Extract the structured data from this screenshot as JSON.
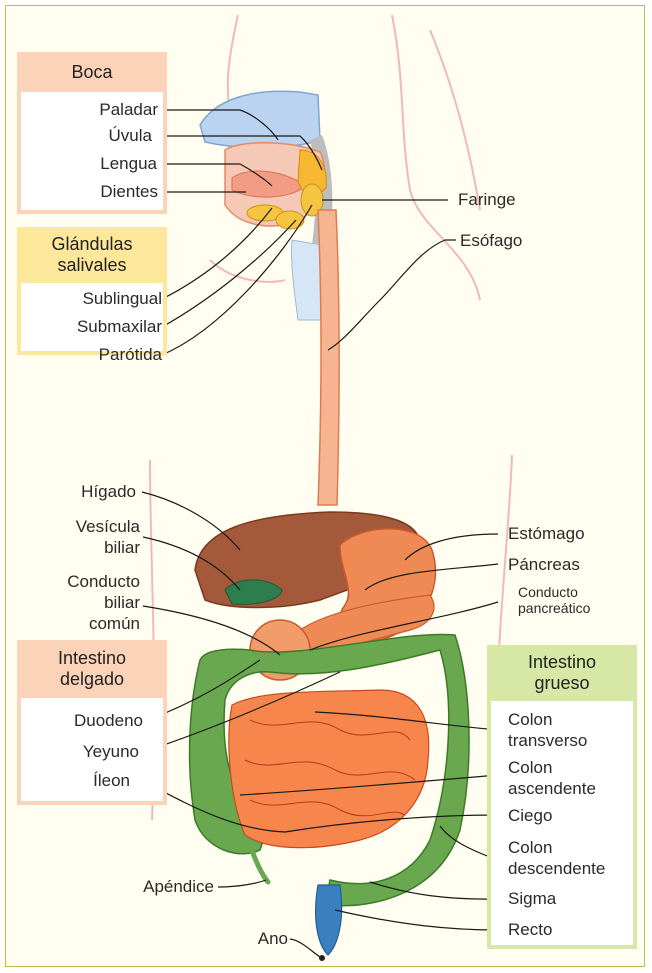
{
  "boxes": {
    "mouth": {
      "title": "Boca"
    },
    "salivary": {
      "title_line1": "Glándulas",
      "title_line2": "salivales"
    },
    "small_intestine": {
      "title_line1": "Intestino",
      "title_line2": "delgado"
    },
    "large_intestine": {
      "title_line1": "Intestino",
      "title_line2": "grueso"
    }
  },
  "labels": {
    "palate": "Paladar",
    "uvula": "Úvula",
    "tongue": "Lengua",
    "teeth": "Dientes",
    "pharynx": "Faringe",
    "esophagus": "Esófago",
    "sublingual": "Sublingual",
    "submaxillary": "Submaxilar",
    "parotid": "Parótida",
    "liver": "Hígado",
    "gallbladder_1": "Vesícula",
    "gallbladder_2": "biliar",
    "common_bile_1": "Conducto",
    "common_bile_2": "biliar",
    "common_bile_3": "común",
    "stomach": "Estómago",
    "pancreas": "Páncreas",
    "pancreatic_duct_1": "Conducto",
    "pancreatic_duct_2": "pancreático",
    "duodenum": "Duodeno",
    "jejunum": "Yeyuno",
    "ileum": "Íleon",
    "transverse_1": "Colon",
    "transverse_2": "transverso",
    "ascending_1": "Colon",
    "ascending_2": "ascendente",
    "cecum": "Ciego",
    "descending_1": "Colon",
    "descending_2": "descendente",
    "appendix": "Apéndice",
    "sigmoid": "Sigma",
    "rectum": "Recto",
    "anus": "Ano"
  },
  "colors": {
    "frame_border": "#c9b94a",
    "frame_bg": "#fffef0",
    "mouth_head": "#fbd3b8",
    "salivary_head": "#fde79a",
    "small_int_head": "#fbd3b8",
    "large_int_head": "#d6e7a6",
    "liver": "#a45a3a",
    "stomach": "#f08a55",
    "colon": "#6aa84f",
    "small_int": "#f7864d",
    "esophagus": "#f7b491"
  }
}
